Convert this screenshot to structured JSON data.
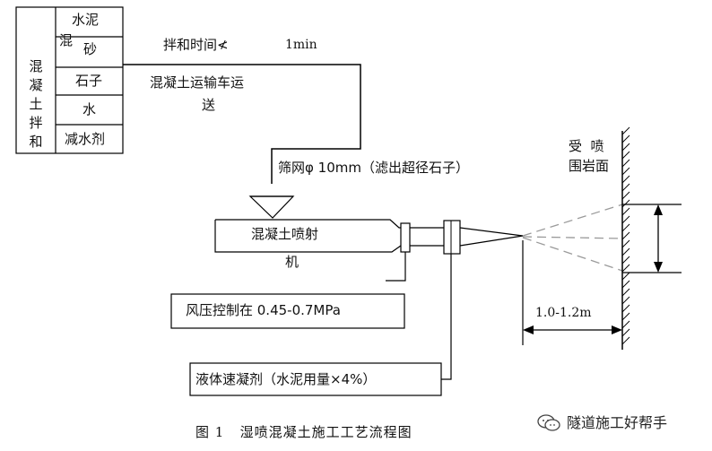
{
  "mix": {
    "side_label": "混凝土拌和",
    "ingredients": [
      "水泥",
      "砂",
      "石子",
      "水",
      "减水剂"
    ],
    "between_label": "混"
  },
  "mixing_time": {
    "label": "拌和时间≮",
    "value": "1min"
  },
  "transport": {
    "line1": "混凝土运输车运",
    "line2": "送"
  },
  "screen": {
    "label": "筛网φ 10mm（滤出超径石子）"
  },
  "machine": {
    "line1": "混凝土喷射",
    "line2": "机"
  },
  "air": {
    "label": "风压控制在 0.45-0.7MPa"
  },
  "accelerator": {
    "label": "液体速凝剂（水泥用量×4%）"
  },
  "rock": {
    "line1": "受  喷",
    "line2": "围岩面"
  },
  "distance": {
    "label": "1.0-1.2m"
  },
  "caption": "图 1   湿喷混凝土施工工艺流程图",
  "watermark": {
    "text": "隧道施工好帮手",
    "icon": "wechat-icon"
  }
}
